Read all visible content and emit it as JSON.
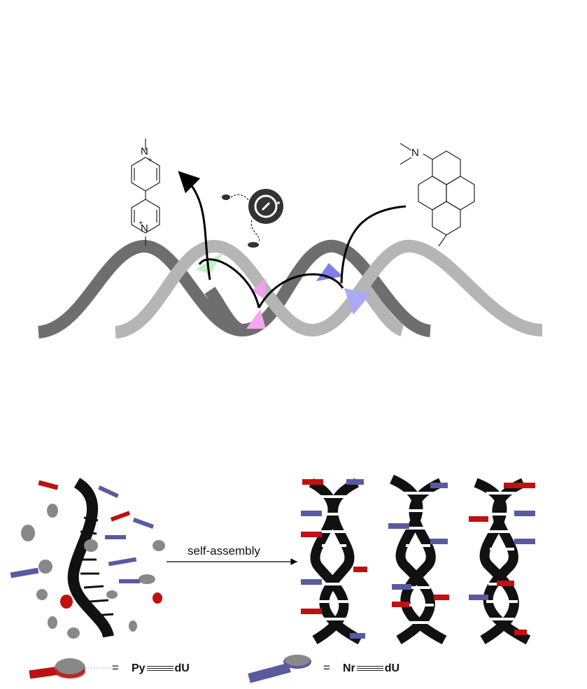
{
  "top_scheme": {
    "left_label": {
      "atom": "N",
      "charge": "+"
    },
    "left_label_lower": {
      "atom": "N",
      "charge": "+"
    },
    "right_label": {
      "atom": "N"
    },
    "colors": {
      "strand_dark": "#777777",
      "strand_light": "#b3b3b3",
      "green": "#bff0bf",
      "pink": "#f4a6f0",
      "blue": "#9c9cf0"
    }
  },
  "bottom_scheme": {
    "arrow_label": "self-assembly",
    "colors": {
      "backbone": "#111111",
      "red": "#c01010",
      "blue": "#5a5aa0",
      "grey": "#808080"
    }
  },
  "legend": [
    {
      "equals": "=",
      "left": "Py",
      "right": "dU"
    },
    {
      "equals": "=",
      "left": "Nr",
      "right": "dU"
    }
  ]
}
